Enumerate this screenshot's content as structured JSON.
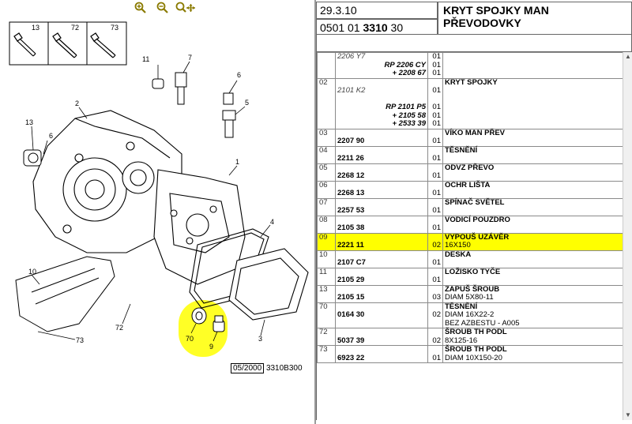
{
  "toolbar": {
    "zoom_in_icon": "zoom-in-icon",
    "zoom_out_icon": "zoom-out-icon",
    "pan_icon": "pan-icon"
  },
  "diagram": {
    "bolt_labels": [
      "13",
      "72",
      "73"
    ],
    "callouts": [
      "11",
      "7",
      "6",
      "5",
      "2",
      "13",
      "6",
      "1",
      "4",
      "10",
      "72",
      "73",
      "70",
      "9",
      "3"
    ],
    "stamp_date": "05/2000",
    "stamp_code": "3310B300",
    "highlight_color": "#ffff00"
  },
  "header": {
    "date": "29.3.10",
    "code_prefix": "0501 01 ",
    "code_bold": "3310",
    "code_suffix": " 30",
    "title": "KRYT SPOJKY MAN PŘEVODOVKY"
  },
  "rows": [
    {
      "no": "",
      "ref_lines": [
        "2206 Y7",
        "RP 2206 CY",
        "+ 2208 67"
      ],
      "qty_lines": [
        "01",
        "01",
        "01"
      ],
      "name": "",
      "desc": ""
    },
    {
      "no": "02",
      "ref_lines": [
        "",
        "2101 K2",
        "",
        "RP 2101 P5",
        "+ 2105 58",
        "+ 2533 39"
      ],
      "qty_lines": [
        "",
        "01",
        "",
        "01",
        "01",
        "01"
      ],
      "name": "KRYT SPOJKY",
      "desc": ""
    },
    {
      "no": "03",
      "ref": "2207 90",
      "qty": "01",
      "name": "VÍKO MAN PŘEV",
      "desc": ""
    },
    {
      "no": "04",
      "ref": "2211 26",
      "qty": "01",
      "name": "TĚSNĚNÍ",
      "desc": ""
    },
    {
      "no": "05",
      "ref": "2268 12",
      "qty": "01",
      "name": "ODVZ PŘEVO",
      "desc": ""
    },
    {
      "no": "06",
      "ref": "2268 13",
      "qty": "01",
      "name": "OCHR LIŠTA",
      "desc": ""
    },
    {
      "no": "07",
      "ref": "2257 53",
      "qty": "01",
      "name": "SPÍNAČ SVĚTEL",
      "desc": ""
    },
    {
      "no": "08",
      "ref": "2105 38",
      "qty": "01",
      "name": "VODICÍ POUZDRO",
      "desc": ""
    },
    {
      "no": "09",
      "ref": "2221 11",
      "qty": "02",
      "name": "VYPOUŠ UZÁVĚR",
      "desc": "16X150",
      "highlight": true
    },
    {
      "no": "10",
      "ref": "2107 C7",
      "qty": "01",
      "name": "DESKA",
      "desc": ""
    },
    {
      "no": "11",
      "ref": "2105 29",
      "qty": "01",
      "name": "LOŽISKO TYČE",
      "desc": ""
    },
    {
      "no": "13",
      "ref": "2105 15",
      "qty": "03",
      "name": "ZAPUŠ ŠROUB",
      "desc": "DIAM 5X80-11"
    },
    {
      "no": "70",
      "ref": "0164 30",
      "qty": "02",
      "name": "TĚSNĚNÍ",
      "desc": "DIAM 16X22-2",
      "desc2": "BEZ AZBESTU - A005"
    },
    {
      "no": "72",
      "ref": "5037 39",
      "qty": "02",
      "name": "ŠROUB TH PODL",
      "desc": "8X125-16"
    },
    {
      "no": "73",
      "ref": "6923 22",
      "qty": "01",
      "name": "ŠROUB TH PODL",
      "desc": "DIAM 10X150-20"
    }
  ]
}
